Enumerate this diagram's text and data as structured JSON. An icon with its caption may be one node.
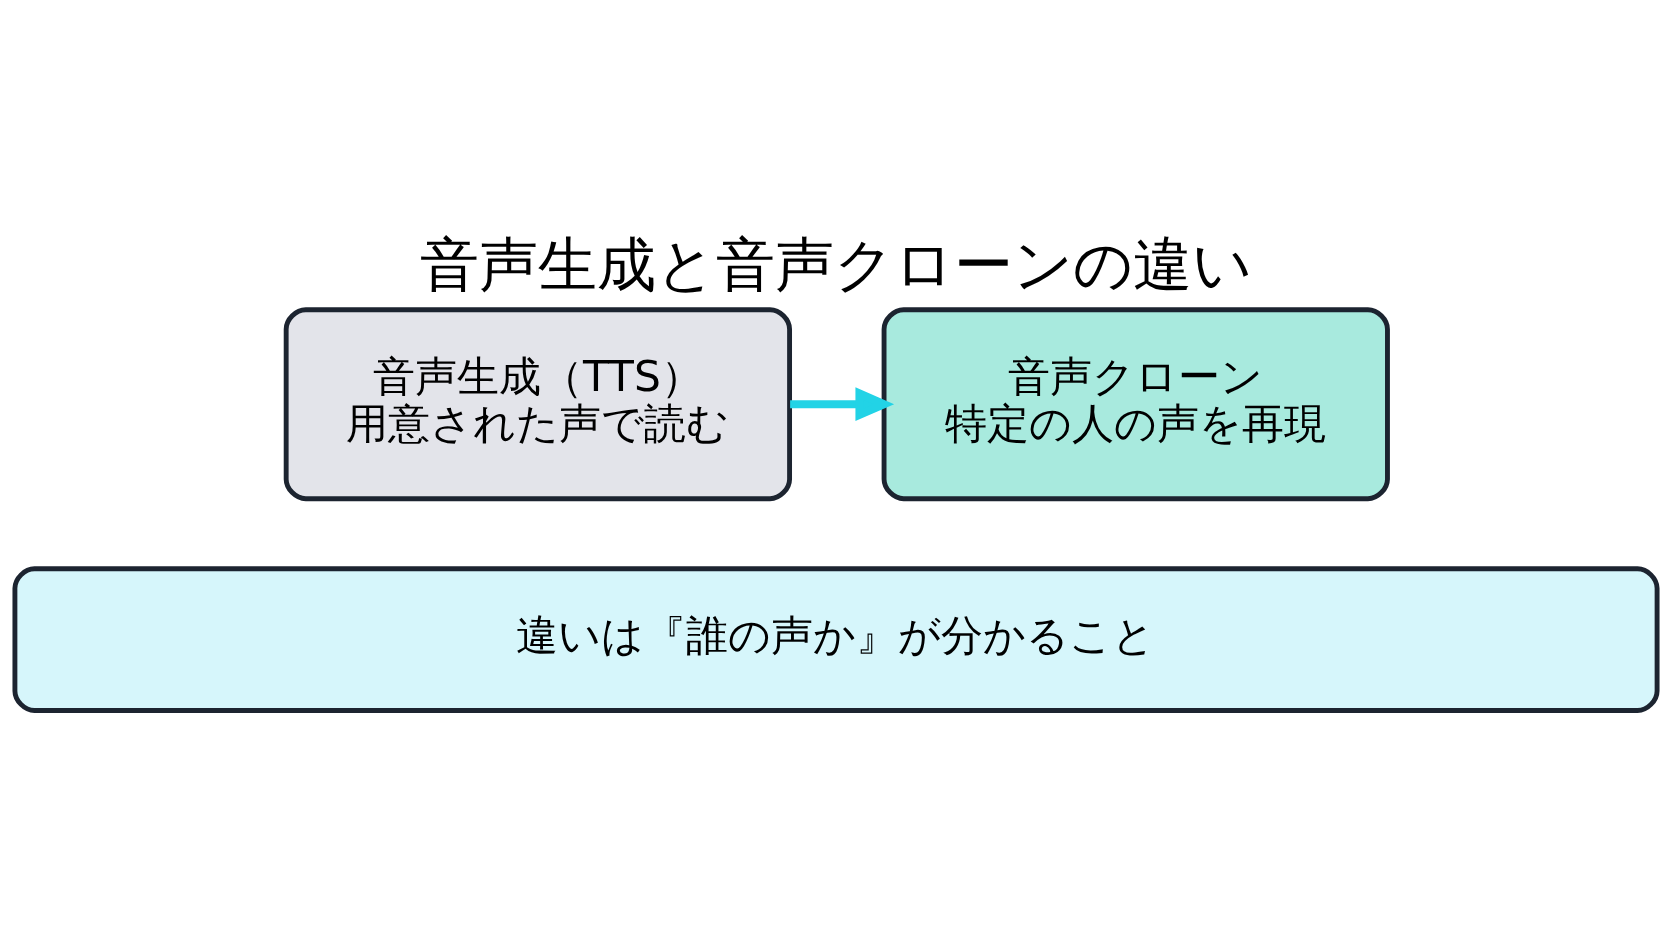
{
  "diagram": {
    "title": "音声生成と音声クローンの違い",
    "nodes": [
      {
        "text": [
          "音声生成（TTS）",
          "用意された声で読む"
        ]
      },
      {
        "text": [
          "音声クローン",
          "特定の人の声を再現"
        ]
      },
      {
        "text": [
          "違いは『誰の声か』が分かること"
        ]
      }
    ],
    "edges": [
      {
        "from": 0,
        "to": 1,
        "arrow": "to",
        "color": "#22d3e6"
      }
    ]
  }
}
